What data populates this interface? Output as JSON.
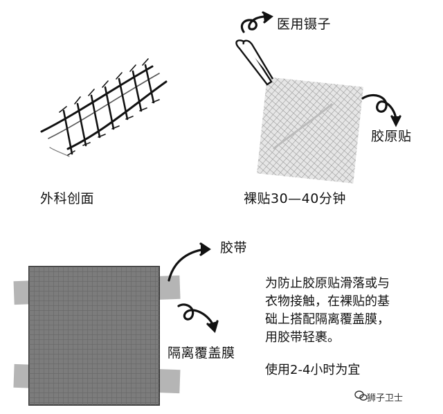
{
  "panel_top_left": {
    "caption": "外科创面"
  },
  "panel_top_right": {
    "caption": "裸贴30—40分钟",
    "tweezers_label": "医用镊子",
    "patch_label": "胶原贴"
  },
  "panel_bottom": {
    "tape_label": "胶带",
    "film_label": "隔离覆盖膜",
    "note_lines": [
      "为防止胶原贴滑落或与",
      "衣物接触，在裸贴的基",
      "础上搭配隔离覆盖膜，",
      "用胶带轻裹。"
    ],
    "duration_note": "使用2-4小时为宜"
  },
  "watermark": {
    "text": "狮子卫士"
  }
}
